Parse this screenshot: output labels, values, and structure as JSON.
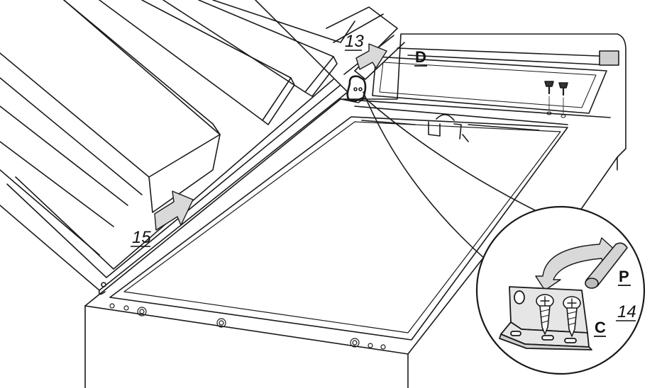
{
  "callouts": {
    "step_13": "13",
    "step_14": "14",
    "step_15": "15",
    "part_d": "D",
    "part_p": "P",
    "part_c": "C"
  },
  "colors": {
    "line": "#1a1a1a",
    "arrow_fill": "#d9d9d9",
    "bracket_fill": "#e6e6e6",
    "background": "#ffffff"
  }
}
